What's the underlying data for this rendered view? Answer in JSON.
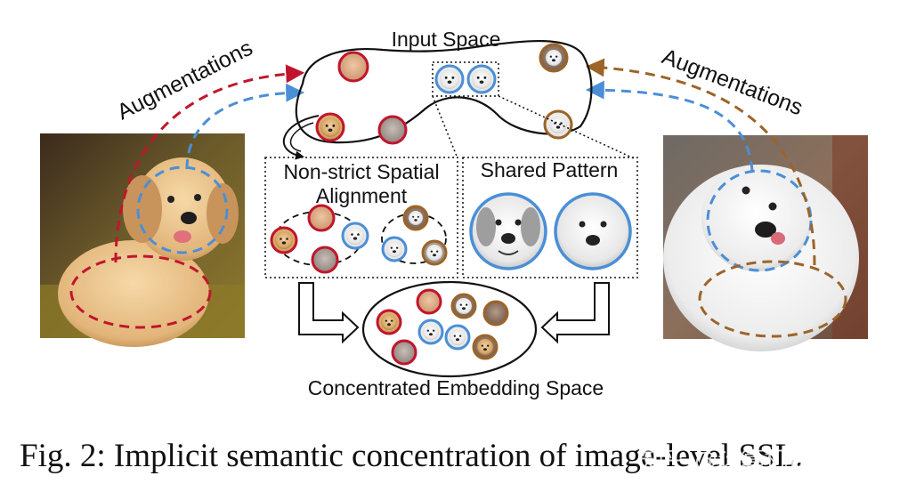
{
  "labels": {
    "input_space": "Input Space",
    "augmentations_left": "Augmentations",
    "augmentations_right": "Augmentations",
    "non_strict_line1": "Non-strict Spatial",
    "non_strict_line2": "Alignment",
    "shared_pattern": "Shared Pattern",
    "embedding_space": "Concentrated Embedding Space"
  },
  "caption": "Fig. 2: Implicit semantic concentration of image-level SSL.",
  "watermark": "知乎 @计算机视觉CV",
  "colors": {
    "red": "#c0162c",
    "blue": "#4a8fd6",
    "brown": "#9c6428",
    "golden_dog": "#d9a86a",
    "white_dog": "#f2f2f2",
    "outline": "#111111"
  },
  "images": {
    "left": "golden-retriever-puppy-photo",
    "right": "white-fluffy-dog-photo"
  }
}
